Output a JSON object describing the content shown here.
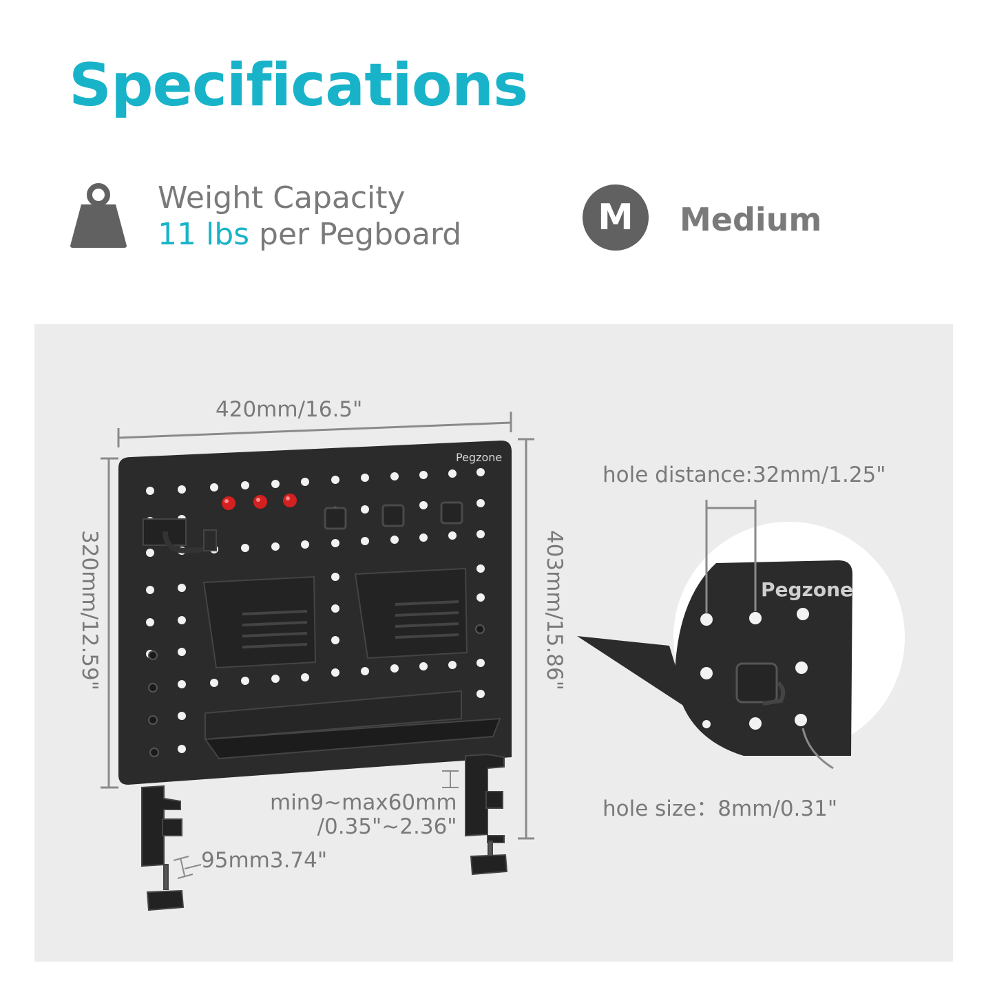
{
  "title": "Specifications",
  "weight": {
    "icon": "weight-icon",
    "label": "Weight Capacity",
    "value_accent": "11 lbs",
    "value_rest": " per Pegboard"
  },
  "size": {
    "badge": "M",
    "label": "Medium"
  },
  "dimensions": {
    "width": "420mm/16.5\"",
    "height_board": "320mm/12.59\"",
    "height_total": "403mm/15.86\"",
    "clamp_range_line1": "min9~max60mm",
    "clamp_range_line2": "/0.35\"~2.36\"",
    "clamp_depth": "95mm3.74\"",
    "hole_distance": "hole distance:32mm/1.25\"",
    "hole_size": "hole size：8mm/0.31\""
  },
  "brand": "Pegzone",
  "colors": {
    "accent": "#19b3c9",
    "text_gray": "#7a7a7a",
    "board": "#2b2b2b",
    "panel_bg": "#ececec"
  }
}
